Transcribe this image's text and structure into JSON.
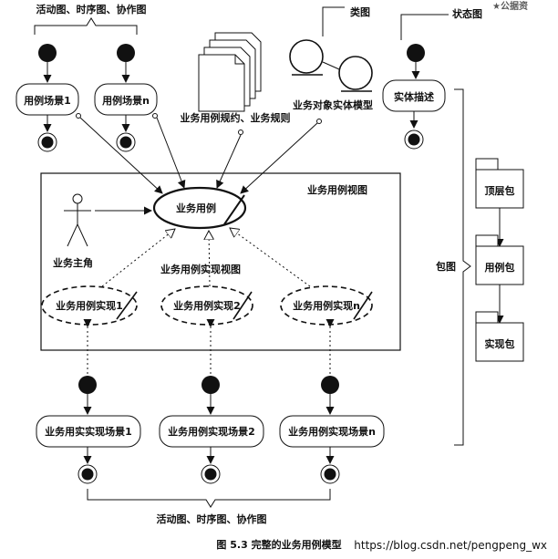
{
  "labels": {
    "top_brace_label": "活动图、时序图、协作图",
    "bottom_brace_label": "活动图、时序图、协作图",
    "class_diagram": "类图",
    "state_diagram": "状态图",
    "usecase_scene_1": "用例场景1",
    "usecase_scene_n": "用例场景n",
    "rules_label": "业务用例规约、业务规则",
    "entity_model_label": "业务对象实体模型",
    "entity_desc": "实体描述",
    "view_title": "业务用例视图",
    "business_usecase": "业务用例",
    "actor": "业务主角",
    "realization_view": "业务用例实现视图",
    "realization_1": "业务用例实现1",
    "realization_2": "业务用例实现2",
    "realization_n": "业务用例实现n",
    "scene_1": "业务用实实现场景1",
    "scene_2": "业务用例实现场景2",
    "scene_n": "业务用例实现场景n",
    "package_group": "包图",
    "pkg_top": "顶层包",
    "pkg_usecase": "用例包",
    "pkg_realize": "实现包",
    "caption": "图 5.3   完整的业务用例模型",
    "watermark": "https://blog.csdn.net/pengpeng_wx",
    "corner_stamp": "★公据资"
  }
}
